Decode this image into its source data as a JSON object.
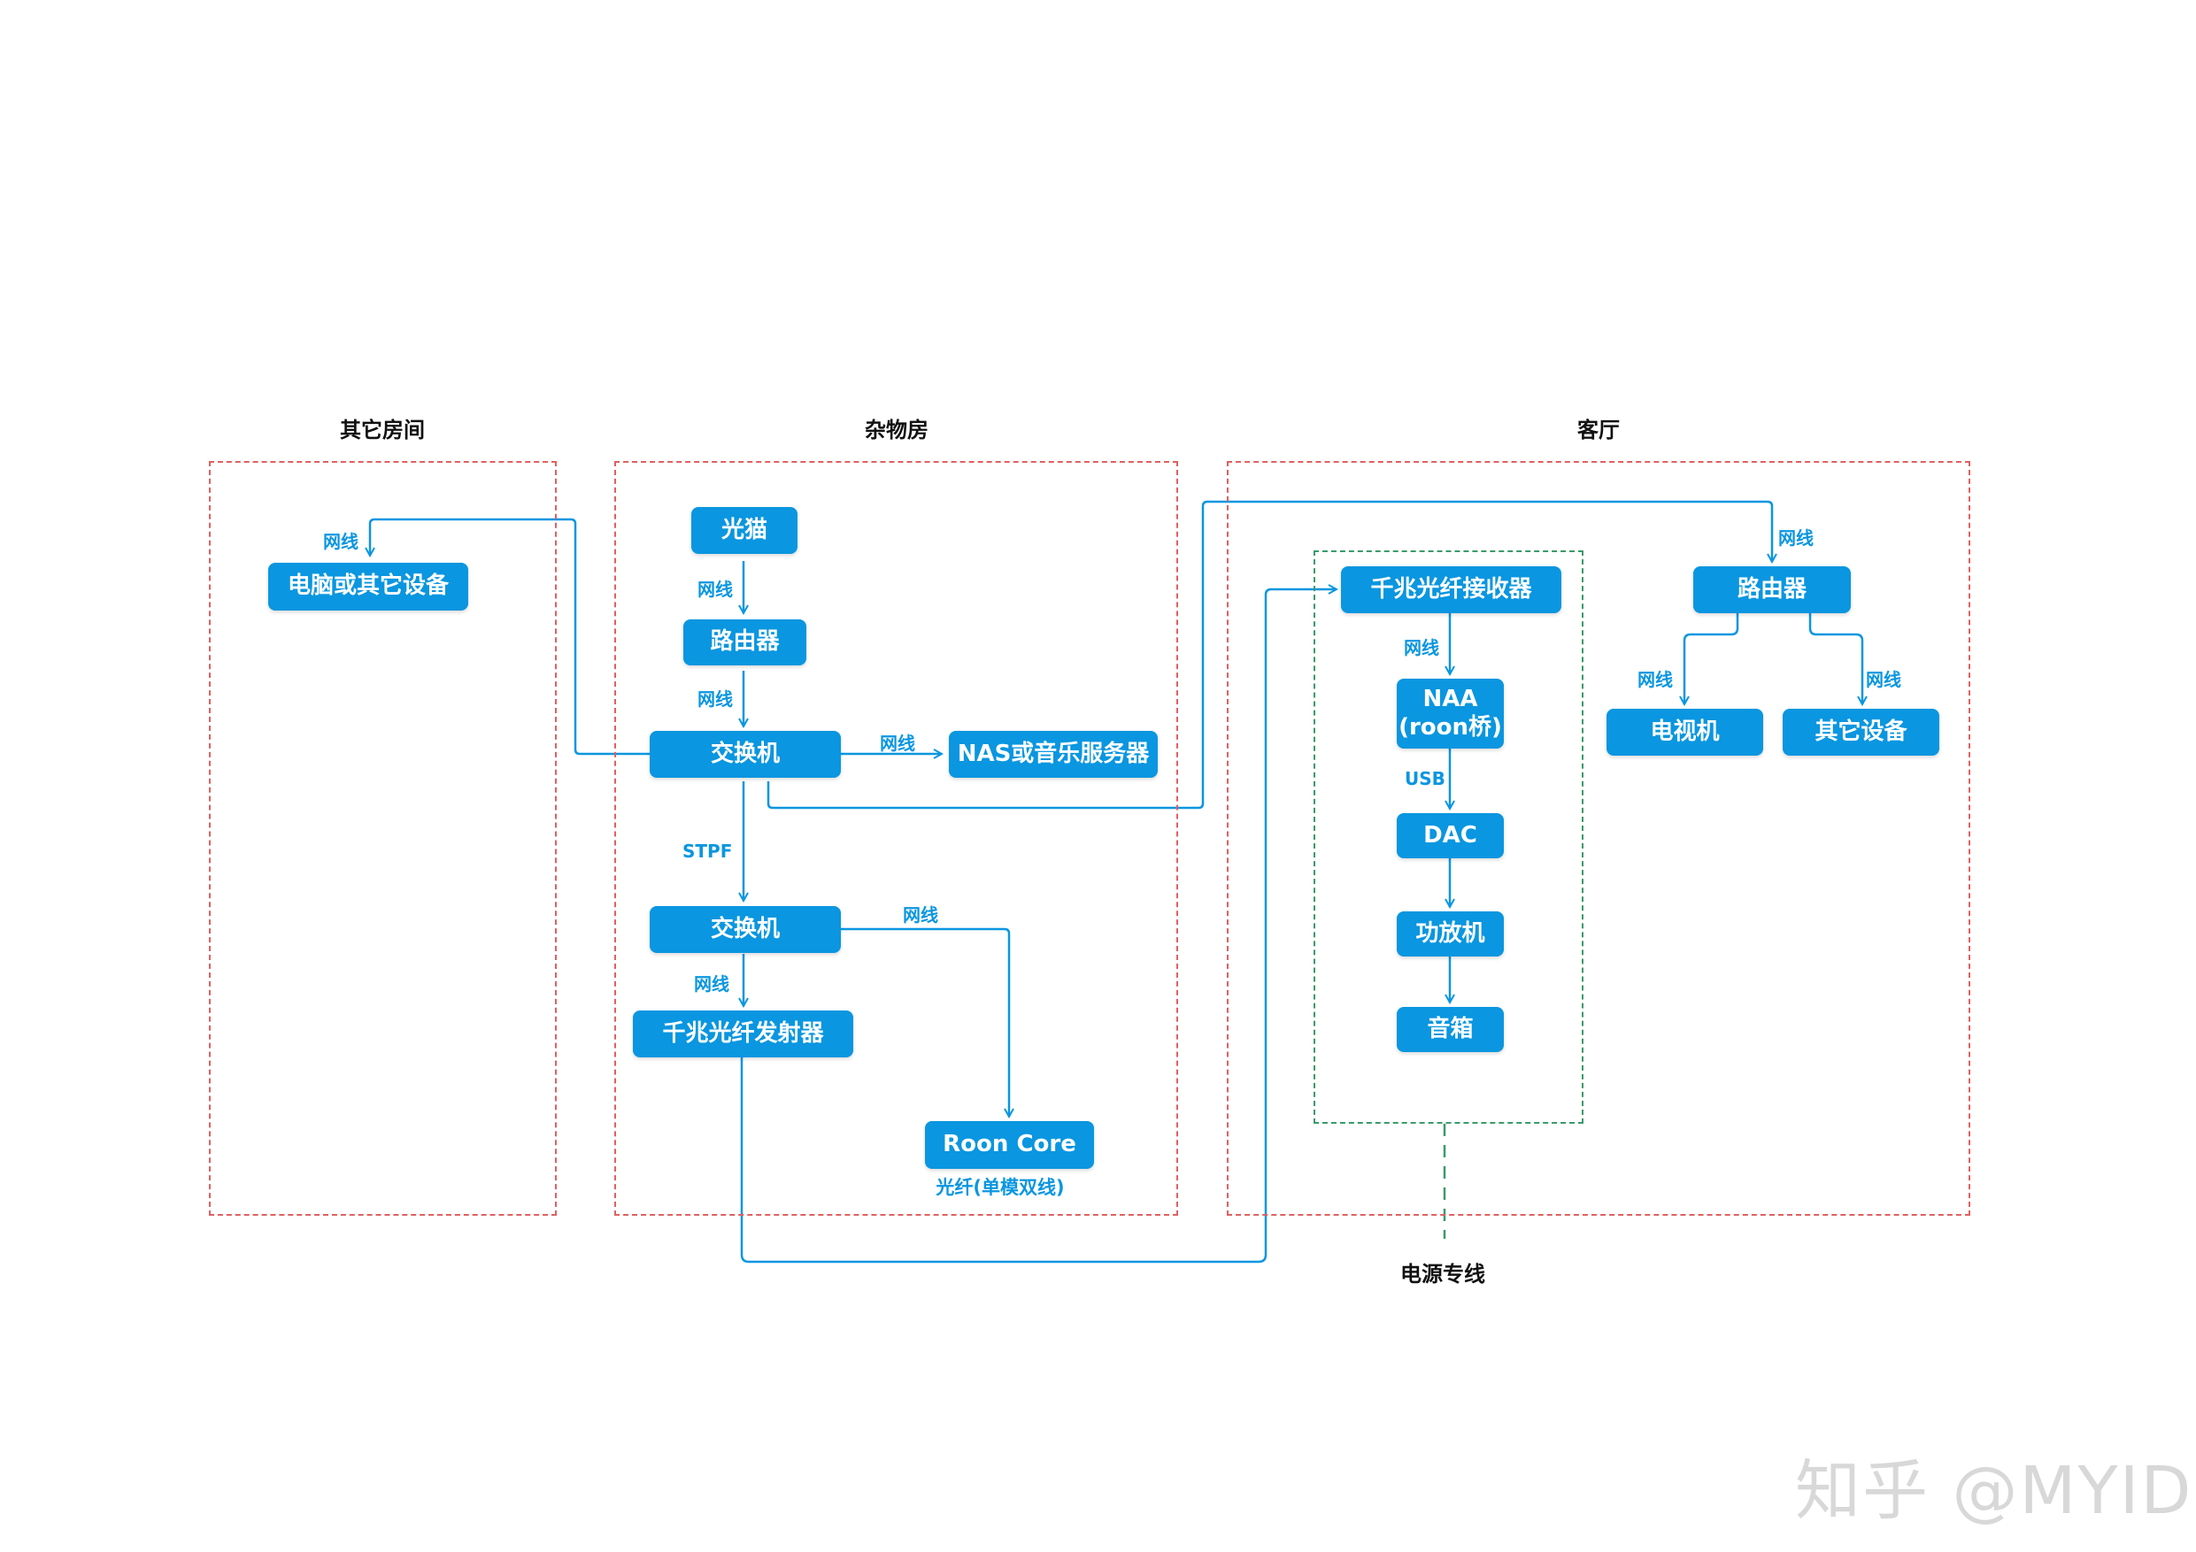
{
  "regions": {
    "other_room": "其它房间",
    "storage_room": "杂物房",
    "living_room": "客厅"
  },
  "nodes": {
    "pc_other": "电脑或其它设备",
    "optical_modem": "光猫",
    "router_storage": "路由器",
    "switch_1": "交换机",
    "nas": "NAS或音乐服务器",
    "switch_2": "交换机",
    "fiber_tx": "千兆光纤发射器",
    "roon_core": "Roon Core",
    "fiber_rx": "千兆光纤接收器",
    "naa_line1": "NAA",
    "naa_line2": "(roon桥)",
    "dac": "DAC",
    "amplifier": "功放机",
    "speakers": "音箱",
    "router_living": "路由器",
    "tv": "电视机",
    "other_devices": "其它设备"
  },
  "edge_labels": {
    "ethernet": "网线",
    "stpf": "STPF",
    "usb": "USB"
  },
  "fiber_caption": "光纤(单模双线)",
  "power_line_caption": "电源专线",
  "watermark": "知乎 @MYID",
  "colors": {
    "node_fill": "#0a96e0",
    "wire": "#0a96e0",
    "region_border": "#e06060",
    "audio_zone_border": "#3a9a6a"
  }
}
